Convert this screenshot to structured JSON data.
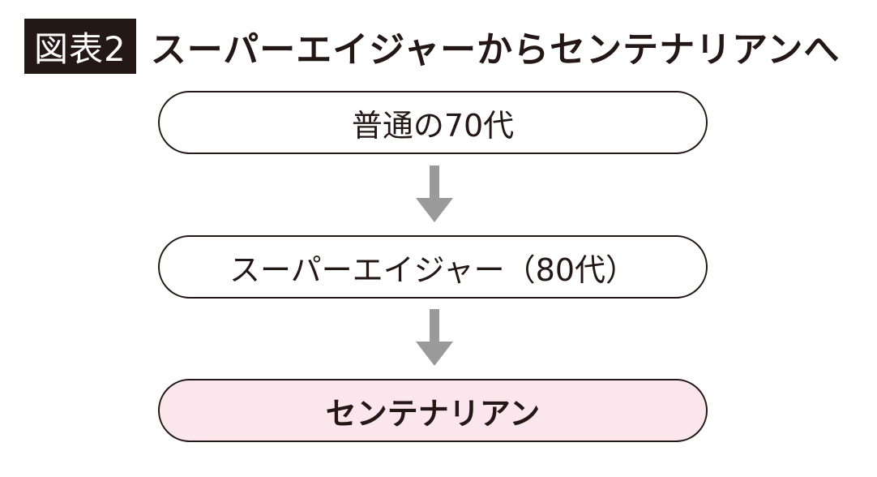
{
  "header": {
    "figure_label": "図表2",
    "title": "スーパーエイジャーからセンテナリアンへ"
  },
  "flow": {
    "nodes": [
      {
        "label": "普通の70代"
      },
      {
        "label": "スーパーエイジャー（80代）"
      },
      {
        "label": "センテナリアン"
      }
    ]
  },
  "colors": {
    "label_background": "#231815",
    "arrow": "#9a9a9a",
    "highlight_node_fill": "#fbe6ee",
    "border": "#231815"
  },
  "icons": [
    "arrow-down-icon",
    "arrow-down-icon"
  ]
}
